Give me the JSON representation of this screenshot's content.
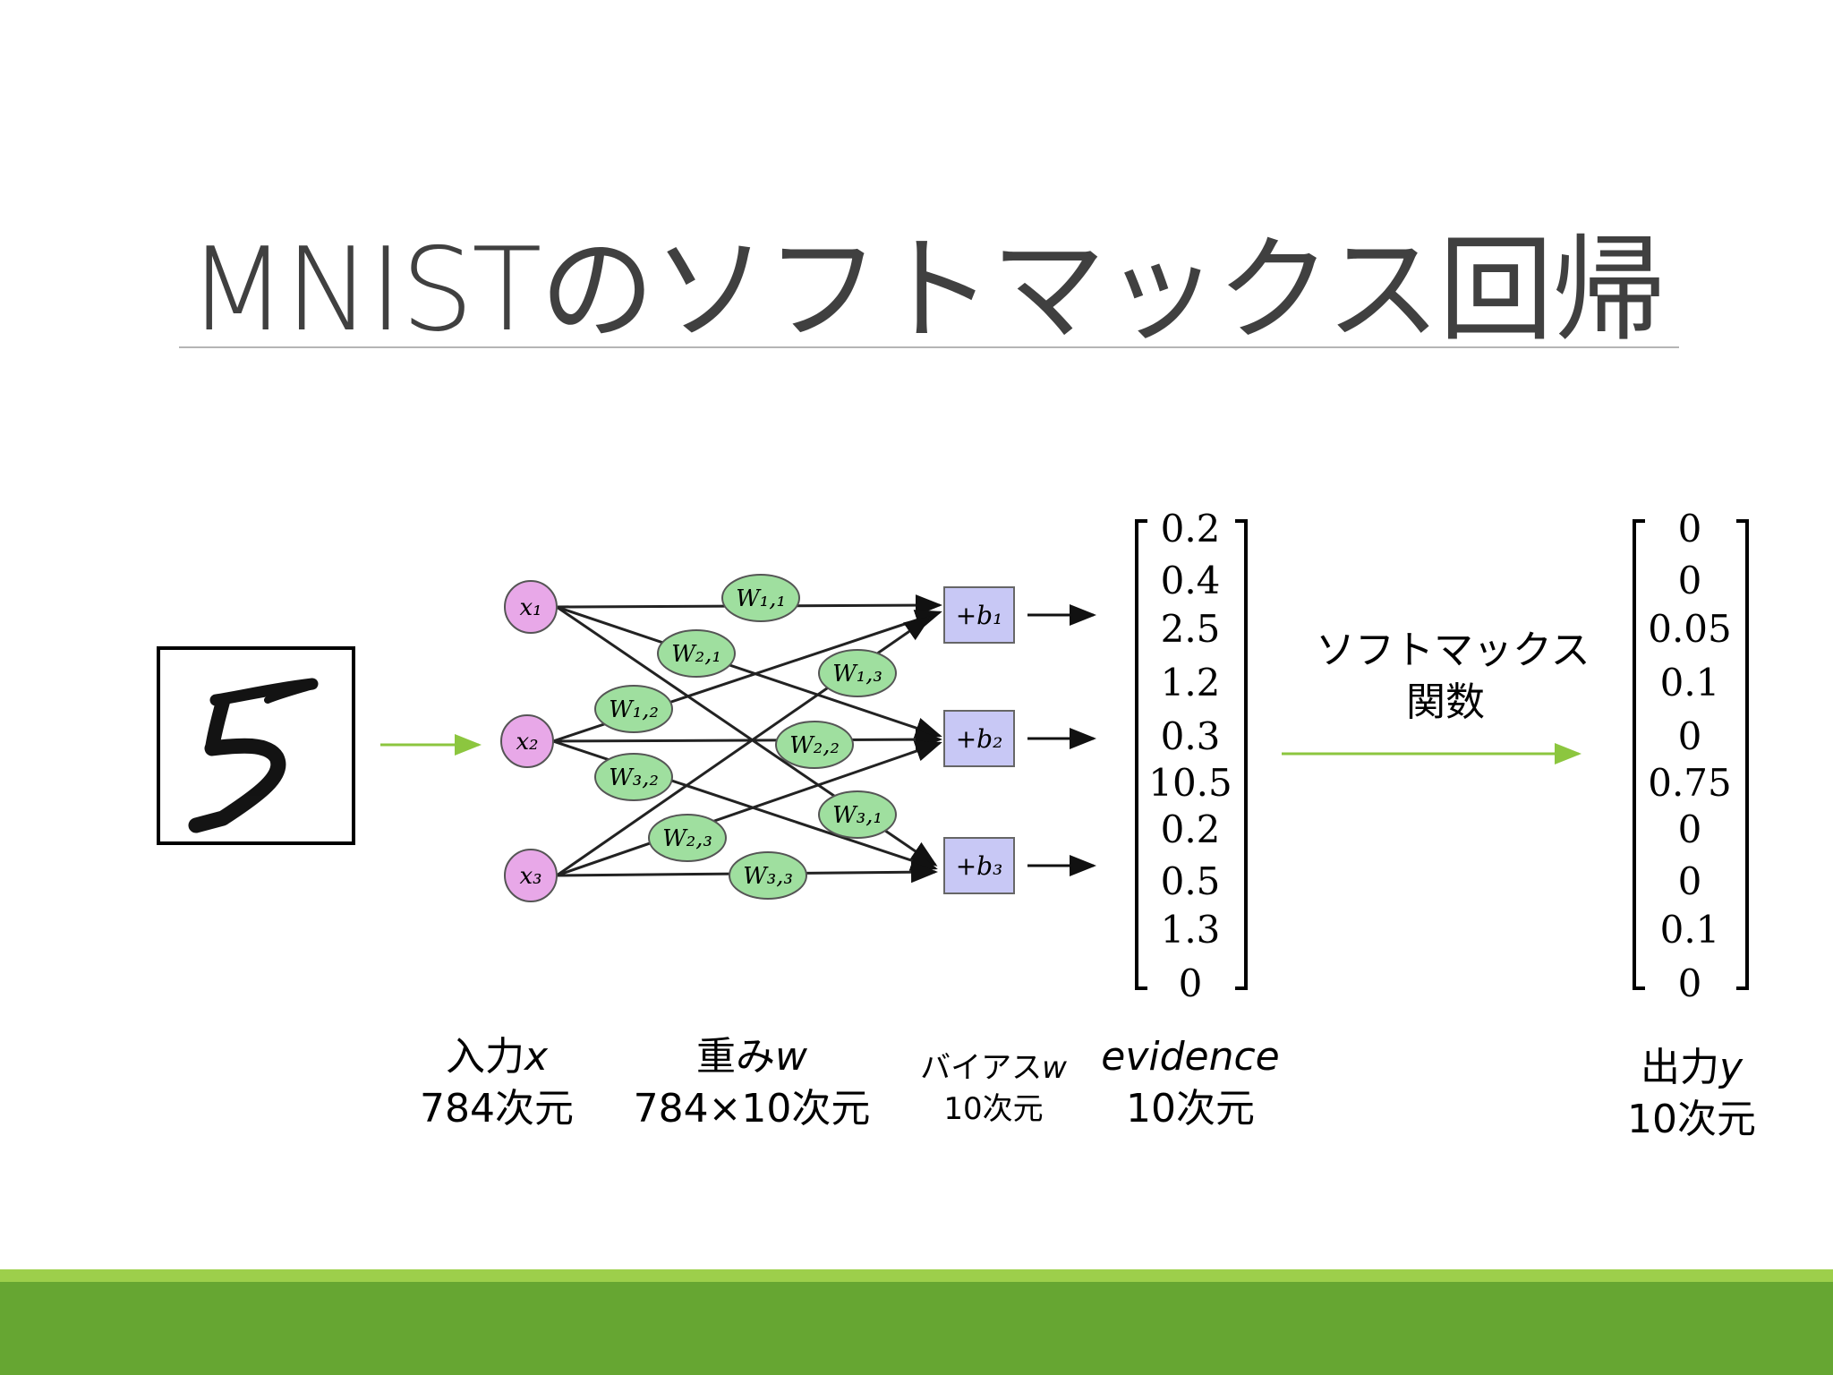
{
  "slide": {
    "title": "MNISTのソフトマックス回帰",
    "colors": {
      "accent_green": "#66a632",
      "accent_light": "#9dcf4b",
      "input_node": "#e8a8e8",
      "weight_node": "#9fdf9f",
      "bias_node": "#c8c8f5",
      "arrow_green": "#8cc63f"
    }
  },
  "network": {
    "inputs": [
      "x1",
      "x2",
      "x3"
    ],
    "weights": [
      "W1,1",
      "W2,1",
      "W1,2",
      "W1,3",
      "W2,2",
      "W3,2",
      "W3,1",
      "W2,3",
      "W3,3"
    ],
    "biases": [
      "+b1",
      "+b2",
      "+b3"
    ]
  },
  "evidence_vector": [
    "0.2",
    "0.4",
    "2.5",
    "1.2",
    "0.3",
    "10.5",
    "0.2",
    "0.5",
    "1.3",
    "0"
  ],
  "output_vector": [
    "0",
    "0",
    "0.05",
    "0.1",
    "0",
    "0.75",
    "0",
    "0",
    "0.1",
    "0"
  ],
  "softmax_label": {
    "line1": "ソフトマックス",
    "line2": "関数"
  },
  "labels": {
    "input": {
      "name": "入力",
      "var": "x",
      "dim": "784次元"
    },
    "weights": {
      "name": "重み",
      "var": "w",
      "dim": "784×10次元"
    },
    "bias": {
      "name": "バイアス",
      "var": "w",
      "dim": "10次元"
    },
    "evidence": {
      "name": "evidence",
      "dim": "10次元"
    },
    "output": {
      "name": "出力",
      "var": "y",
      "dim": "10次元"
    }
  }
}
